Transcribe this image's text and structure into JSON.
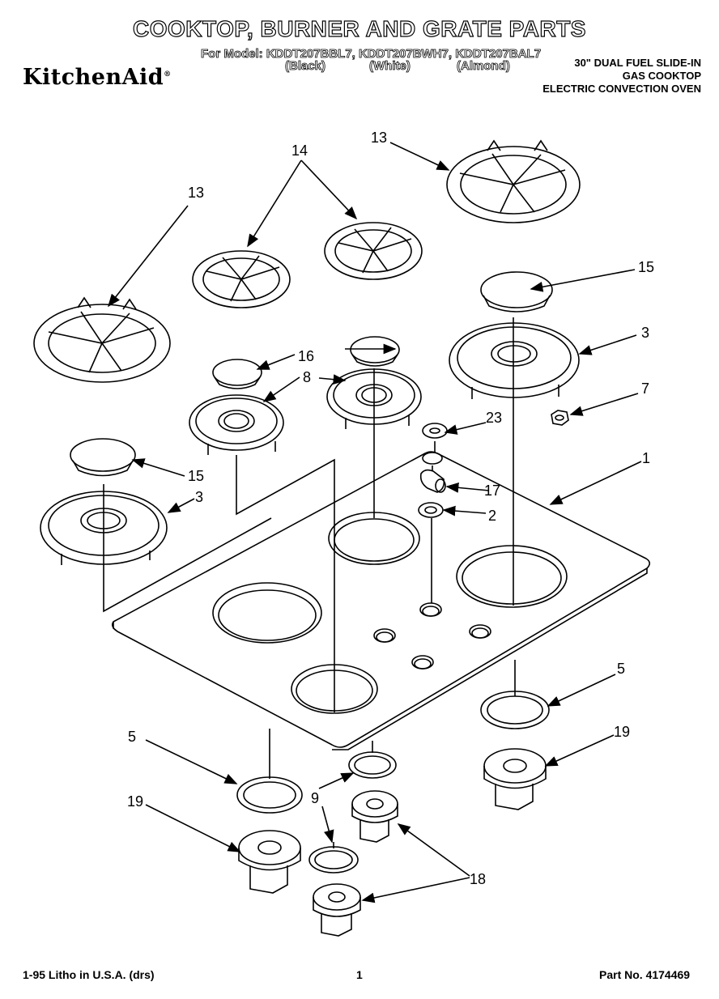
{
  "header": {
    "title": "COOKTOP, BURNER AND GRATE PARTS",
    "for_model": "For Model: KDDT207BBL7, KDDT207BWH7, KDDT207BAL7",
    "colors": [
      "(Black)",
      "(White)",
      "(Almond)"
    ],
    "brand": "KitchenAid",
    "brand_mark": "®",
    "description": [
      "30\" DUAL FUEL SLIDE-IN",
      "GAS COOKTOP",
      "ELECTRIC CONVECTION OVEN"
    ]
  },
  "callouts": [
    "13",
    "14",
    "13",
    "15",
    "3",
    "16",
    "8",
    "7",
    "23",
    "1",
    "15",
    "17",
    "3",
    "2",
    "5",
    "19",
    "5",
    "9",
    "19",
    "18"
  ],
  "footer": {
    "litho": "1-95 Litho in U.S.A. (drs)",
    "page": "1",
    "part_no": "Part No. 4174469"
  },
  "colors": {
    "ink": "#000000",
    "paper": "#ffffff"
  }
}
